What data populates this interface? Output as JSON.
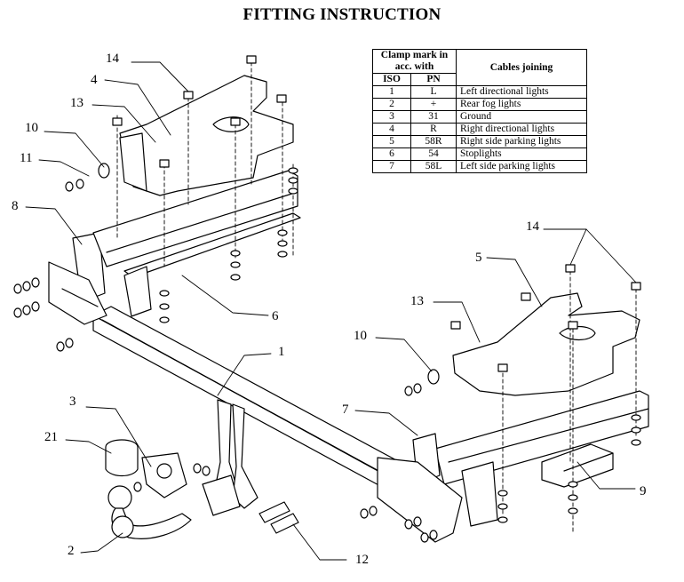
{
  "title": "FITTING INSTRUCTION",
  "table": {
    "header_clamp": "Clamp mark in acc. with",
    "header_iso": "ISO",
    "header_pn": "PN",
    "header_cables": "Cables joining",
    "rows": [
      {
        "iso": "1",
        "pn": "L",
        "desc": "Left directional lights"
      },
      {
        "iso": "2",
        "pn": "+",
        "desc": "Rear fog lights"
      },
      {
        "iso": "3",
        "pn": "31",
        "desc": "Ground"
      },
      {
        "iso": "4",
        "pn": "R",
        "desc": "Right directional lights"
      },
      {
        "iso": "5",
        "pn": "58R",
        "desc": "Right side parking lights"
      },
      {
        "iso": "6",
        "pn": "54",
        "desc": "Stoplights"
      },
      {
        "iso": "7",
        "pn": "58L",
        "desc": "Left side parking lights"
      }
    ]
  },
  "part_labels": {
    "p1": "1",
    "p2": "2",
    "p3": "3",
    "p4": "4",
    "p5": "5",
    "p6": "6",
    "p7": "7",
    "p8": "8",
    "p9": "9",
    "p10a": "10",
    "p10b": "10",
    "p11": "11",
    "p12": "12",
    "p13a": "13",
    "p13b": "13",
    "p14a": "14",
    "p14b": "14",
    "p21": "21"
  }
}
